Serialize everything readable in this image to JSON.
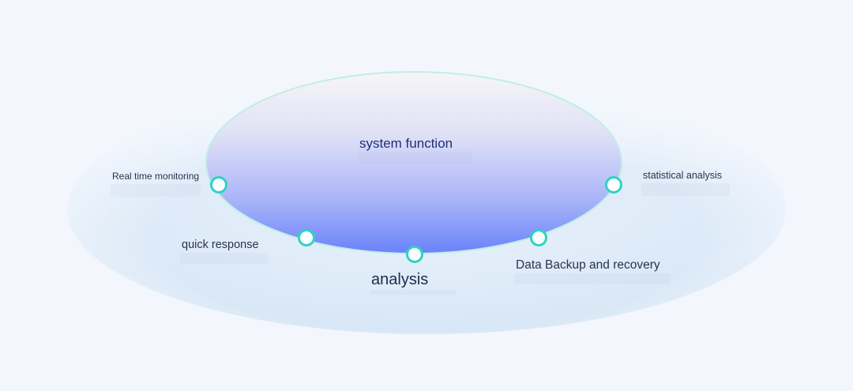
{
  "diagram": {
    "title": "system function",
    "nodes": [
      {
        "id": "realtime",
        "label": "Real time monitoring"
      },
      {
        "id": "quick",
        "label": "quick response"
      },
      {
        "id": "analysis",
        "label": "analysis"
      },
      {
        "id": "backup",
        "label": "Data Backup and recovery"
      },
      {
        "id": "stat",
        "label": "statistical analysis"
      }
    ]
  },
  "colors": {
    "background": "#f3f7fd",
    "ellipse_top": "#f4f4f8",
    "ellipse_bottom": "#6f86fb",
    "node_ring": "#2ed3c3",
    "platform": "#d6e6f6"
  }
}
